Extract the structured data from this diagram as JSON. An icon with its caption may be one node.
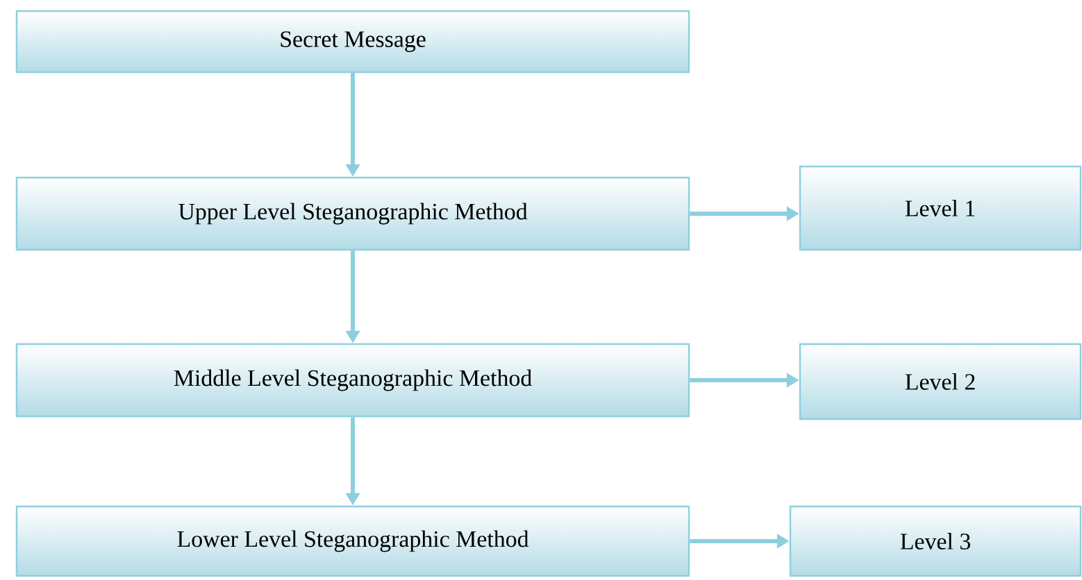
{
  "diagram": {
    "nodes": [
      {
        "text": [
          "Secret Message"
        ]
      },
      {
        "text": [
          "Upper Level Steganographic Method"
        ]
      },
      {
        "text": [
          "Middle Level Steganographic Method"
        ]
      },
      {
        "text": [
          "Lower Level Steganographic Method"
        ]
      },
      {
        "text": [
          "Level 1"
        ]
      },
      {
        "text": [
          "Level 2"
        ]
      },
      {
        "text": [
          "Level 3"
        ]
      }
    ],
    "edges": [
      {
        "from": 0,
        "to": 1,
        "arrow": "to"
      },
      {
        "from": 1,
        "to": 2,
        "arrow": "to"
      },
      {
        "from": 2,
        "to": 3,
        "arrow": "to"
      },
      {
        "from": 1,
        "to": 4,
        "arrow": "to"
      },
      {
        "from": 2,
        "to": 5,
        "arrow": "to"
      },
      {
        "from": 3,
        "to": 6,
        "arrow": "to"
      }
    ]
  }
}
